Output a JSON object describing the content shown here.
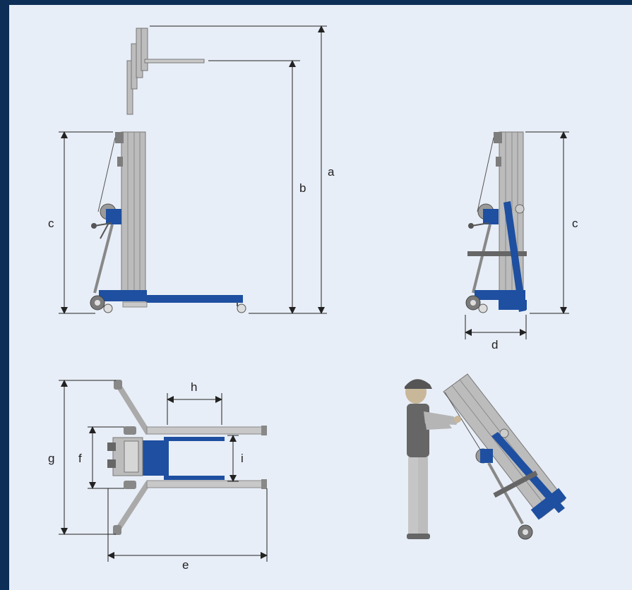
{
  "colors": {
    "background_outer": "#0d2f57",
    "panel": "#e8eef7",
    "mast": "#b9b9b9",
    "mast_dark": "#7d7d7d",
    "blue": "#1e4fa0",
    "line": "#222222"
  },
  "labels": {
    "a": "a",
    "b": "b",
    "c_left": "c",
    "c_right": "c",
    "d": "d",
    "e": "e",
    "f": "f",
    "g": "g",
    "h": "h",
    "i": "i"
  }
}
